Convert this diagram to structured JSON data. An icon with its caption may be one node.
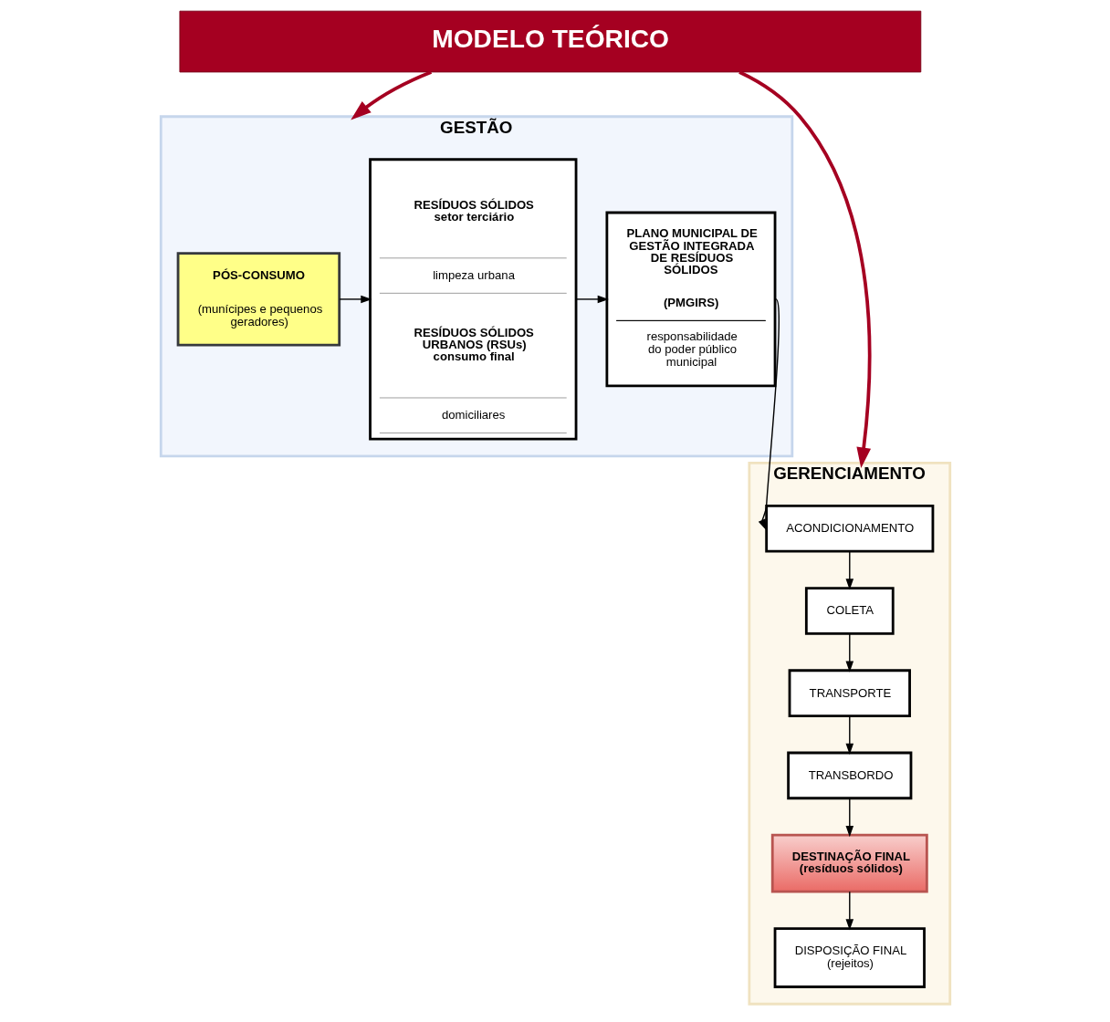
{
  "diagram": {
    "nodes": [
      {
        "text": [
          "MODELO TEÓRICO"
        ]
      },
      {
        "text": [
          "GESTÃO"
        ]
      },
      {
        "text": [
          "PÓS-CONSUMO",
          "(munícipes e pequenos geradores)"
        ],
        "in": 1
      },
      {
        "text": [
          "RESÍDUOS SÓLIDOS setor terciário",
          "limpeza urbana",
          "RESÍDUOS SÓLIDOS URBANOS (RSUs) consumo final",
          "domiciliares"
        ],
        "in": 1
      },
      {
        "text": [
          "PLANO MUNICIPAL DE GESTÃO INTEGRADA DE RESÍDUOS SÓLIDOS",
          "(PMGIRS)",
          "responsabilidade do poder público municipal"
        ],
        "in": 1
      },
      {
        "text": [
          "GERENCIAMENTO"
        ]
      },
      {
        "text": [
          "ACONDICIONAMENTO"
        ],
        "in": 5
      },
      {
        "text": [
          "COLETA"
        ],
        "in": 5
      },
      {
        "text": [
          "TRANSPORTE"
        ],
        "in": 5
      },
      {
        "text": [
          "TRANSBORDO"
        ],
        "in": 5
      },
      {
        "text": [
          "DESTINAÇÃO FINAL (resíduos sólidos)"
        ],
        "in": 5
      },
      {
        "text": [
          "DISPOSIÇÃO FINAL (rejeitos)"
        ],
        "in": 5
      }
    ],
    "edges": [
      {
        "from": 0,
        "to": 1,
        "arrow": "to",
        "style": "thick",
        "color": "#a50021"
      },
      {
        "from": 0,
        "to": 5,
        "arrow": "to",
        "style": "thick",
        "color": "#a50021"
      },
      {
        "from": 2,
        "to": 3,
        "arrow": "to"
      },
      {
        "from": 3,
        "to": 4,
        "arrow": "to"
      },
      {
        "from": 4,
        "to": 6,
        "arrow": "to"
      },
      {
        "from": 6,
        "to": 7,
        "arrow": "to"
      },
      {
        "from": 7,
        "to": 8,
        "arrow": "to"
      },
      {
        "from": 8,
        "to": 9,
        "arrow": "to"
      },
      {
        "from": 9,
        "to": 10,
        "arrow": "to"
      },
      {
        "from": 10,
        "to": 11,
        "arrow": "to"
      }
    ]
  }
}
